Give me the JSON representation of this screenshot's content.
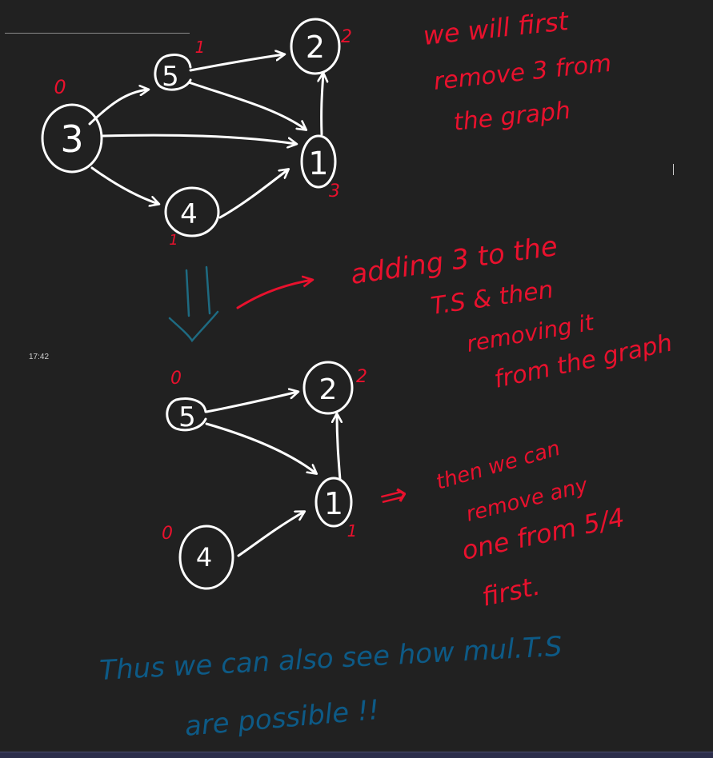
{
  "timestamp": "17:42",
  "colors": {
    "background": "#212121",
    "ink_white": "#ffffff",
    "ink_red": "#e8112d",
    "ink_blue": "#0d5a86",
    "ink_teal": "#1e6b82"
  },
  "graph_top": {
    "nodes": [
      {
        "id": "3",
        "indegree": "0"
      },
      {
        "id": "5",
        "indegree": "1"
      },
      {
        "id": "4",
        "indegree": "1"
      },
      {
        "id": "2",
        "indegree": "2"
      },
      {
        "id": "1",
        "indegree": "3"
      }
    ]
  },
  "graph_bottom": {
    "nodes": [
      {
        "id": "5",
        "indegree": "0"
      },
      {
        "id": "4",
        "indegree": "0"
      },
      {
        "id": "2",
        "indegree": "2"
      },
      {
        "id": "1",
        "indegree": "1"
      }
    ]
  },
  "notes": {
    "note1": [
      "we will first",
      "remove 3 from",
      "the graph"
    ],
    "note2": [
      "adding 3 to the",
      "T.S & then",
      "removing it",
      "from the graph"
    ],
    "note3": [
      "then we can",
      "remove any",
      "one from 5/4",
      "first."
    ],
    "arrow_symbol": "⇒"
  },
  "conclusion": {
    "line1": "Thus we can also see how mul.T.S",
    "line2": "are possible !!"
  }
}
